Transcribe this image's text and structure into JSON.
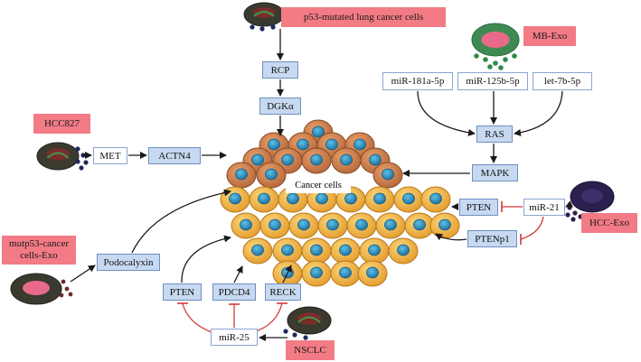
{
  "labels": {
    "p53_cells": "p53-mutated lung cancer cells",
    "mb_exo": "MB-Exo",
    "hcc827": "HCC827",
    "hcc_exo": "HCC-Exo",
    "mutp53_exo": "mutp53-cancer cells-Exo",
    "nsclc": "NSCLC",
    "rcp": "RCP",
    "dgka": "DGKα",
    "mir181": "miR-181a-5p",
    "mir125": "miR-125b-5p",
    "let7b": "let-7b-5p",
    "ras": "RAS",
    "mapk": "MAPK",
    "met": "MET",
    "actn4": "ACTN4",
    "cancer_cells": "Cancer cells",
    "pten_right": "PTEN",
    "mir21": "miR-21",
    "ptenp1": "PTENp1",
    "podocalyxin": "Podocalyxin",
    "pten_bottom": "PTEN",
    "pdcd4": "PDCD4",
    "reck": "RECK",
    "mir25": "miR-25"
  },
  "colors": {
    "label_fill": "#f27b85",
    "box_fill": "#c7d9f1",
    "box_border": "#6f8fc0",
    "cell_body": "#f2b64a",
    "cell_nucleus": "#2b8bbf",
    "inhibit": "#d23a3a"
  }
}
